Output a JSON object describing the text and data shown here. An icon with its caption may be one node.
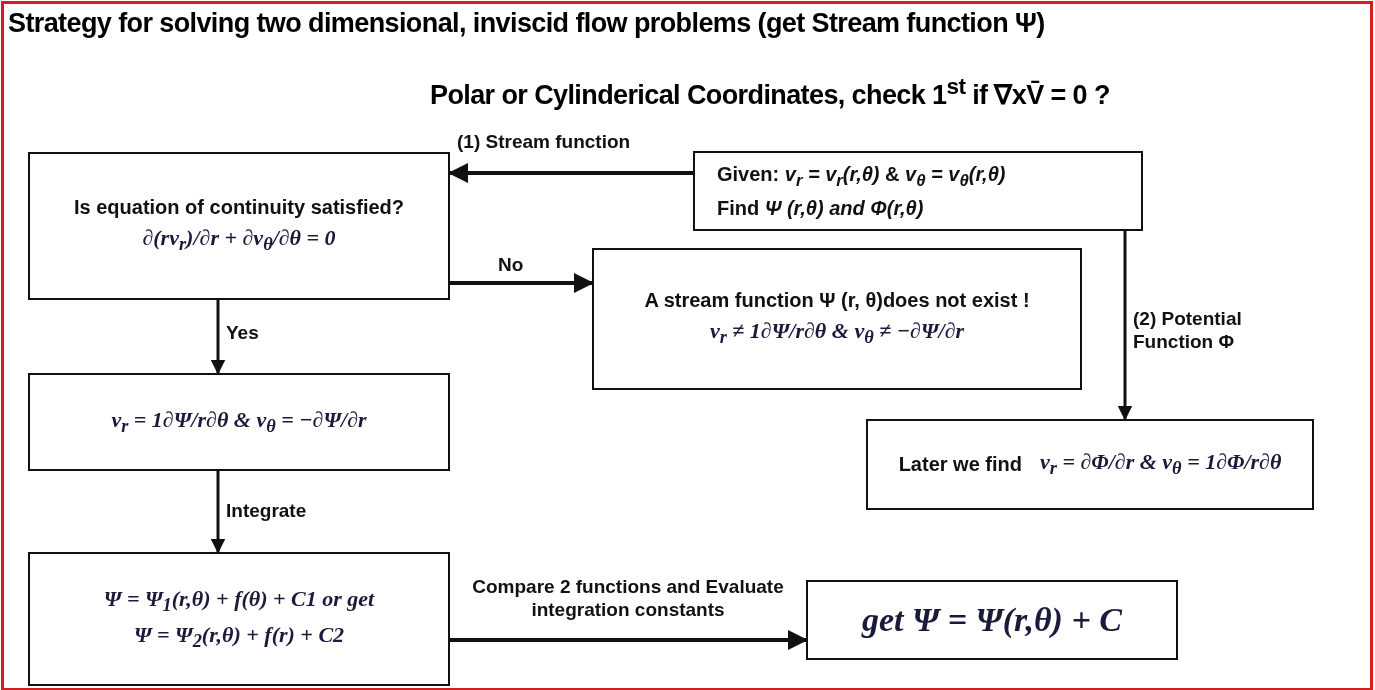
{
  "diagram": {
    "title": "Strategy for solving two dimensional, inviscid flow problems (get Stream function Ψ)",
    "nodes": [
      {
        "text": [
          "Given: *v$_{r}$ = v$_{r}$(r,θ)* & *v$_{θ}$ = v$_{θ}$(r,θ)*",
          "Find *Ψ (r,θ) and Φ(r,θ)*"
        ]
      },
      {
        "text": [
          "Is equation of continuity satisfied?",
          "∂(rv$_{r}$)/∂r + ∂v$_{θ}$/∂θ = 0"
        ]
      },
      {
        "text": [
          "A stream function Ψ (r, θ)does not exist !",
          "v$_{r}$ ≠ 1∂Ψ/r∂θ & v$_{θ}$ ≠ −∂Ψ/∂r"
        ]
      },
      {
        "text": [
          "v$_{r}$ = 1∂Ψ/r∂θ & v$_{θ}$ = −∂Ψ/∂r"
        ]
      },
      {
        "text": [
          "Later we find",
          "v$_{r}$ = ∂Φ/∂r & v$_{θ}$ = 1∂Φ/r∂θ"
        ]
      },
      {
        "text": [
          "Ψ = Ψ$_{1}$(r,θ) + f(θ) + C1  or get",
          "Ψ = Ψ$_{2}$(r,θ) + f(r) + C2"
        ]
      },
      {
        "text": [
          "get Ψ = Ψ(r,θ) + C"
        ]
      }
    ],
    "edges": [
      {
        "from": 0,
        "to": 1,
        "arrow": "to",
        "label": "(1) Stream function"
      },
      {
        "from": 1,
        "to": 2,
        "arrow": "to",
        "label": "No"
      },
      {
        "from": 1,
        "to": 3,
        "arrow": "to",
        "label": "Yes"
      },
      {
        "from": 0,
        "to": 4,
        "arrow": "to",
        "label": "(2) Potential Function Φ"
      },
      {
        "from": 3,
        "to": 5,
        "arrow": "to",
        "label": "Integrate"
      },
      {
        "from": 5,
        "to": 6,
        "arrow": "to",
        "label": "Compare 2 functions and Evaluate integration constants"
      }
    ],
    "labels": [
      "Polar or Cylinderical Coordinates, check 1$^{st}$ if ∇xV̄ = 0 ?"
    ]
  }
}
